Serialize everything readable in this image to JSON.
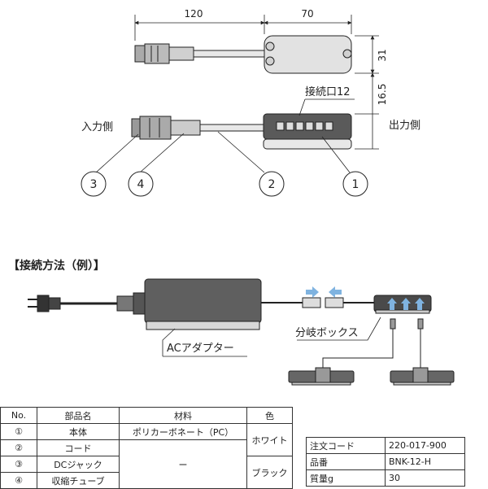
{
  "dimensions": {
    "width": "120",
    "length": "70",
    "height": "31",
    "offset": "16.5"
  },
  "labels": {
    "input_side": "入力側",
    "output_side": "出力側",
    "ports": "接続口12",
    "connection_title": "【接続方法（例）】",
    "ac_adapter": "ACアダプター",
    "branch_box": "分岐ボックス"
  },
  "callouts": [
    "3",
    "4",
    "2",
    "1"
  ],
  "parts_table": {
    "headers": [
      "No.",
      "部品名",
      "材料",
      "色"
    ],
    "rows": [
      {
        "no": "①",
        "name": "本体",
        "material": "ポリカーボネート（PC）"
      },
      {
        "no": "②",
        "name": "コード"
      },
      {
        "no": "③",
        "name": "DCジャック"
      },
      {
        "no": "④",
        "name": "収縮チューブ"
      }
    ],
    "material_rest": "ー",
    "color_white": "ホワイト",
    "color_black": "ブラック"
  },
  "info_table": [
    {
      "label": "注文コード",
      "value": "220-017-900"
    },
    {
      "label": "品番",
      "value": "BNK-12-H"
    },
    {
      "label": "質量g",
      "value": "30"
    }
  ]
}
